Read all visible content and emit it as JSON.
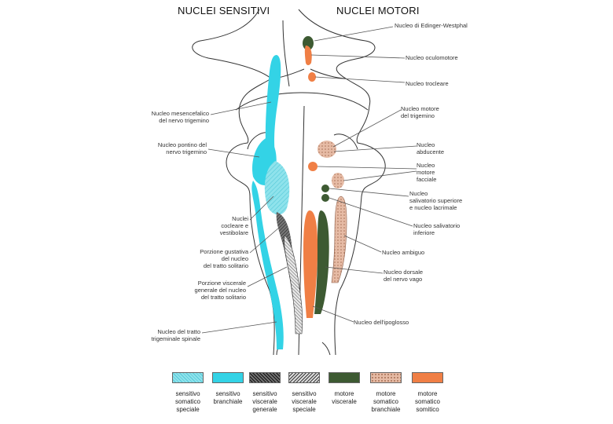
{
  "headers": {
    "left": "NUCLEI SENSITIVI",
    "right": "NUCLEI MOTORI"
  },
  "labels_right": [
    {
      "id": "edinger",
      "text": "Nucleo di Edinger-Westphal"
    },
    {
      "id": "oculomotore",
      "text": "Nucleo oculomotore"
    },
    {
      "id": "trocleare",
      "text": "Nucleo trocleare"
    },
    {
      "id": "motore_trigemino",
      "text": "Nucleo motore\ndel trigemino"
    },
    {
      "id": "abducente",
      "text": "Nucleo\nabducente"
    },
    {
      "id": "faciale",
      "text": "Nucleo\nmotore\nfacciale"
    },
    {
      "id": "salivatorio",
      "text": "Nucleo\nsalivatorio superiore\ne nucleo lacrimale"
    },
    {
      "id": "salivatorio_inf",
      "text": "Nucleo salivatorio\ninferiore"
    },
    {
      "id": "ambiguo",
      "text": "Nucleo ambiguo"
    },
    {
      "id": "dorsale_vago",
      "text": "Nucleo dorsale\ndel nervo vago"
    },
    {
      "id": "ipoglosso",
      "text": "Nucleo dell'ipoglosso"
    }
  ],
  "labels_left": [
    {
      "id": "mesencefalico",
      "text": "Nucleo mesencefalico\ndel nervo trigemino"
    },
    {
      "id": "pontino",
      "text": "Nucleo pontino del\nnervo trigemino"
    },
    {
      "id": "cocleare_vestibolare",
      "text": "Nuclei\ncocleare e\nvestibolare"
    },
    {
      "id": "gustativa",
      "text": "Porzione gustativa\ndel nucleo\ndel tratto solitario"
    },
    {
      "id": "viscerale_generale",
      "text": "Porzione viscerale\ngenerale del nucleo\ndel tratto solitario"
    },
    {
      "id": "spinale",
      "text": "Nucleo del tratto\ntrigeminale spinale"
    }
  ],
  "legend": [
    {
      "id": "sss",
      "text": "sensitivo\nsomatico\nspeciale",
      "color": "#7fdde8",
      "pattern": "hatch-light"
    },
    {
      "id": "sb",
      "text": "sensitivo\nbranchiale",
      "color": "#33d3e6",
      "pattern": "solid"
    },
    {
      "id": "svg",
      "text": "sensitivo\nviscerale\ngenerale",
      "color": "#555555",
      "pattern": "hatch-dark"
    },
    {
      "id": "svs",
      "text": "sensitivo\nviscerale\nspeciale",
      "color": "#888888",
      "pattern": "hatch-mid"
    },
    {
      "id": "mv",
      "text": "motore\nviscerale",
      "color": "#3d5a32",
      "pattern": "solid"
    },
    {
      "id": "msb",
      "text": "motore\nsomatico\nbranchiale",
      "color": "#e2b39c",
      "pattern": "dots"
    },
    {
      "id": "ms",
      "text": "motore\nsomatico\nsomitico",
      "color": "#f07f45",
      "pattern": "solid"
    }
  ],
  "colors": {
    "cyan": "#33d3e6",
    "cyan_light": "#7fdde8",
    "green": "#3d5a32",
    "orange": "#f07f45",
    "salmon": "#e2b39c",
    "outline": "#333333"
  }
}
